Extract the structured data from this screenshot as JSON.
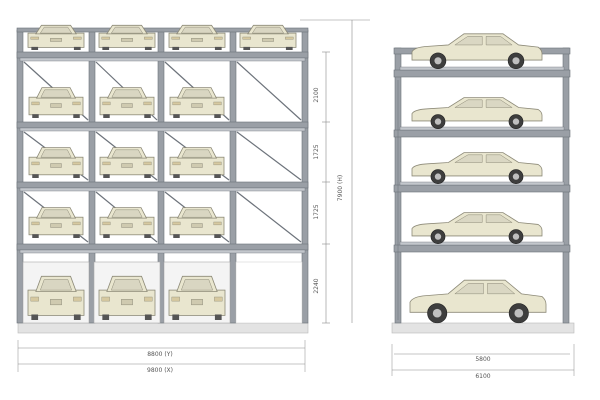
{
  "front_view": {
    "dims": {
      "level_height_1": "2100",
      "level_height_2": "1725",
      "level_height_3": "1725",
      "ground_clearance": "2240",
      "total_height": "7900 (H)",
      "width_w1": "8800 (Y)",
      "width_w2": "9800 (X)"
    }
  },
  "side_view": {
    "dims": {
      "bay_length": "5800",
      "total_length": "6100"
    }
  },
  "colors": {
    "frame": "#9a9fa6",
    "frame_dark": "#6d737b",
    "platform": "#c3c7cc",
    "car_body": "#e9e6cf",
    "car_outline": "#8d8a78",
    "dimension": "#8a8a8a",
    "ground": "#e3e3e3"
  }
}
